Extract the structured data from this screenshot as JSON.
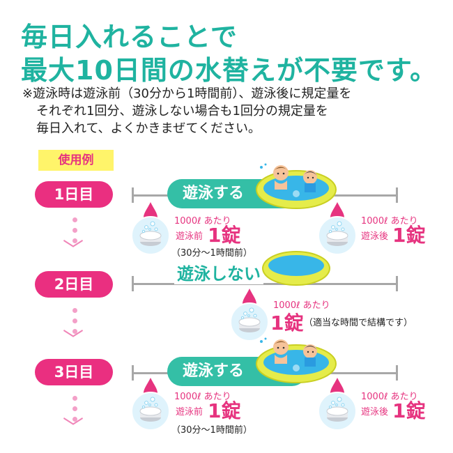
{
  "headline": {
    "line1": "毎日入れることで",
    "line2": "最大10日間の水替えが不要です。"
  },
  "note": {
    "line1": "※遊泳時は遊泳前（30分から1時間前）、遊泳後に規定量を",
    "line2": "それぞれ1回分、遊泳しない場合も1回分の規定量を",
    "line3": "毎日入れて、よくかきまぜてください。"
  },
  "example_label": "使用例",
  "days": [
    {
      "label": "1日目",
      "activity": "遊泳する",
      "before": {
        "per": "1000ℓ あたり",
        "when": "遊泳前",
        "qty": "1錠",
        "timing": "（30分～1時間前）"
      },
      "after": {
        "per": "1000ℓ あたり",
        "when": "遊泳後",
        "qty": "1錠"
      }
    },
    {
      "label": "2日目",
      "activity": "遊泳しない",
      "dose": {
        "per": "1000ℓ あたり",
        "qty": "1錠",
        "timing": "（適当な時間で結構です）"
      }
    },
    {
      "label": "3日目",
      "activity": "遊泳する",
      "before": {
        "per": "1000ℓ あたり",
        "when": "遊泳前",
        "qty": "1錠",
        "timing": "（30分～1時間前）"
      },
      "after": {
        "per": "1000ℓ あたり",
        "when": "遊泳後",
        "qty": "1錠"
      }
    }
  ],
  "colors": {
    "teal": "#1fb3a0",
    "pill_teal": "#34bfa6",
    "magenta": "#e6337f",
    "tag_yellow": "#fff46a",
    "pool_blue": "#38b6e8",
    "pool_rim": "#e5ec4a"
  }
}
